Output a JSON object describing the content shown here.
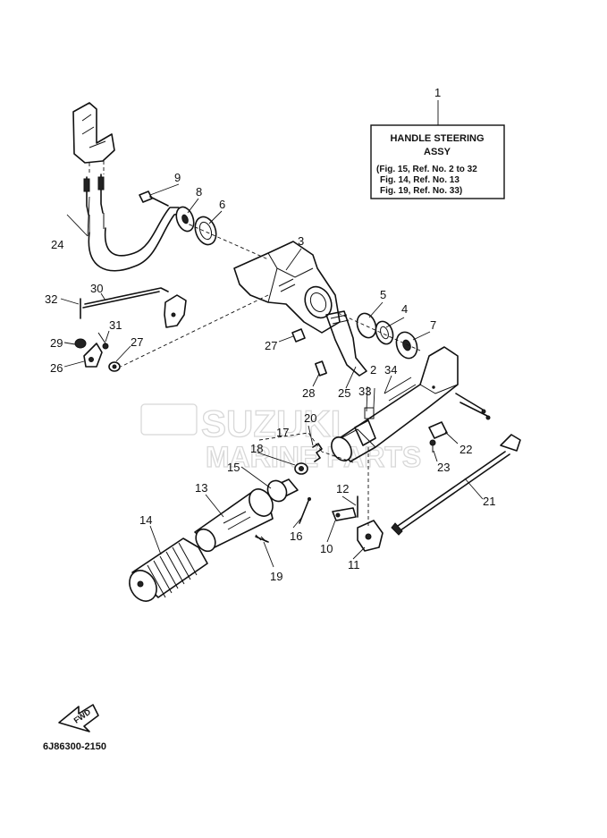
{
  "info_box": {
    "title_line1": "HANDLE STEERING",
    "title_line2": "ASSY",
    "ref_line1": "(Fig. 15, Ref. No. 2 to 32",
    "ref_line2": "Fig. 14, Ref. No. 13",
    "ref_line3": "Fig. 19, Ref. No. 33)"
  },
  "watermark": {
    "brand": "SUZUKI",
    "sub": "MARINE PARTS"
  },
  "fwd_label": "FWD",
  "diagram_code": "6J86300-2150",
  "callouts": [
    "1",
    "2",
    "3",
    "4",
    "5",
    "6",
    "7",
    "8",
    "9",
    "10",
    "11",
    "12",
    "13",
    "14",
    "15",
    "16",
    "17",
    "18",
    "19",
    "20",
    "21",
    "22",
    "23",
    "24",
    "25",
    "26",
    "27",
    "27",
    "28",
    "29",
    "30",
    "31",
    "32",
    "33",
    "34"
  ]
}
